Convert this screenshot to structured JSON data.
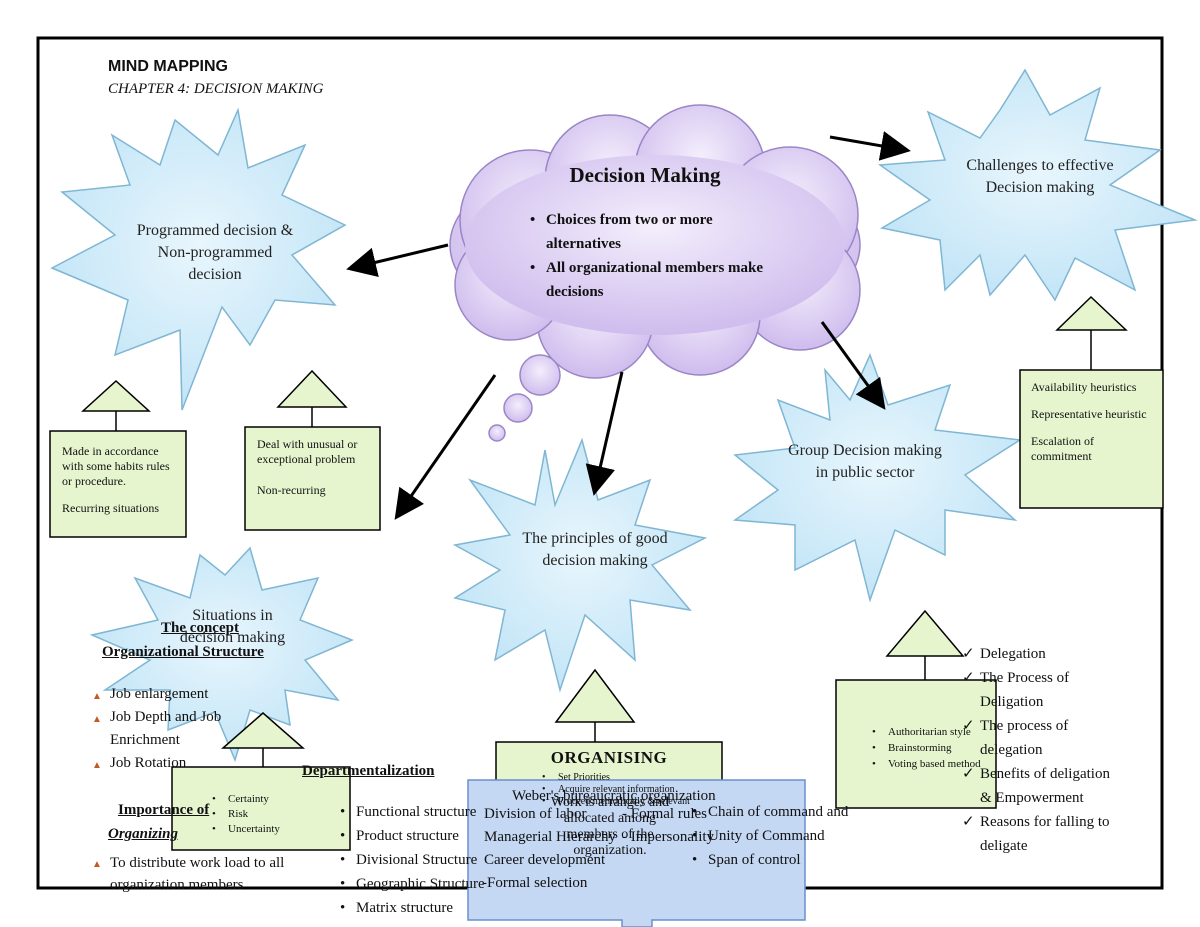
{
  "header": {
    "title": "MIND MAPPING",
    "subtitle": "CHAPTER 4: DECISION MAKING"
  },
  "center_cloud": {
    "title": "Decision Making",
    "bullets": [
      "Choices from two or more alternatives",
      "All organizational members make decisions"
    ]
  },
  "nodes": {
    "programmed": "Programmed decision & Non-programmed decision",
    "challenges": "Challenges to effective Decision making",
    "group": "Group Decision making in public sector",
    "principles": "The principles of good decision making",
    "situations": "Situations in decision making"
  },
  "boxes": {
    "programmed_left": [
      "Made in accordance with some habits rules or procedure.",
      "Recurring situations"
    ],
    "programmed_right": [
      "Deal with unusual or exceptional problem",
      "Non-recurring"
    ],
    "challenges": [
      "Availability heuristics",
      "Representative heuristic",
      "Escalation of commitment"
    ],
    "group": [
      "Authoritarian style",
      "Brainstorming",
      "Voting based method"
    ],
    "situations": [
      "Certainty",
      "Risk",
      "Uncertainty"
    ],
    "principles_title": "ORGANISING",
    "principles": [
      "Set Priorities",
      "Acquire relevant information",
      "Proceed methodically & relevant"
    ]
  },
  "overlay": {
    "concept_title": "The concept",
    "org_structure_title": "Organizational Structure",
    "job_items": [
      "Job enlargement",
      "Job Depth and Job Enrichment",
      "Job Rotation"
    ],
    "importance_title": "Importance of",
    "organizing_title": "Organizing",
    "importance_items": [
      "To distribute work load to all organization members"
    ],
    "departmentalization_title": "Departmentalization",
    "dept_items": [
      "Functional structure",
      "Product structure",
      "Divisional Structure",
      "Geographic Structure",
      "Matrix structure"
    ],
    "weber_text": "Weber's bureaucratic organization",
    "weber_left": [
      "Division of labor",
      "Managerial Hierarchy",
      "Career development",
      "-Formal selection"
    ],
    "weber_right": [
      "- Formal rules",
      "- Impersonality"
    ],
    "weber_center": "Work is arranges and allocated among members of the organization.",
    "chain_items": [
      "Chain of command and",
      "Unity of  Command",
      "Span of control"
    ],
    "delegation_items": [
      "Delegation",
      "The Process of Deligation",
      "The process of delegation",
      "Benefits of deligation & Empowerment",
      "Reasons for falling to deligate"
    ]
  }
}
